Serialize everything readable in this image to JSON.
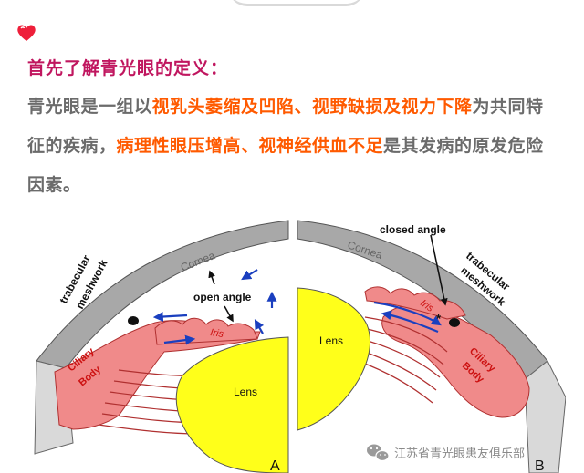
{
  "heading": "首先了解青光眼的定义：",
  "paragraph": {
    "p1": "青光眼是一组以",
    "h1": "视乳头萎缩及凹陷、视野缺损及视力下降",
    "p2": "为共同特征的疾病，",
    "h2": "病理性眼压增高、视神经供血不足",
    "p3": "是其发病的原发危险因素。"
  },
  "diagram": {
    "panel_a": {
      "letter": "A",
      "cornea": "Cornea",
      "trabecular_1": "trabecular",
      "trabecular_2": "meshwork",
      "open_angle": "open angle",
      "iris": "Iris",
      "ciliary_1": "Ciliary",
      "ciliary_2": "Body",
      "lens": "Lens"
    },
    "panel_b": {
      "letter": "B",
      "cornea": "Cornea",
      "closed_angle": "closed angle",
      "trabecular_1": "trabecular",
      "trabecular_2": "meshwork",
      "iris": "Iris",
      "ciliary_1": "Ciliary",
      "ciliary_2": "Body",
      "lens": "Lens"
    },
    "watermark": "江苏省青光眼患友俱乐部"
  },
  "colors": {
    "heading": "#c0165f",
    "highlight": "#ff5a00",
    "body_text": "#6b6b6b",
    "cornea": "#a8a8a8",
    "tissue": "#f08a8a",
    "lens": "#ffff1a",
    "arrow": "#1a3fbf"
  }
}
